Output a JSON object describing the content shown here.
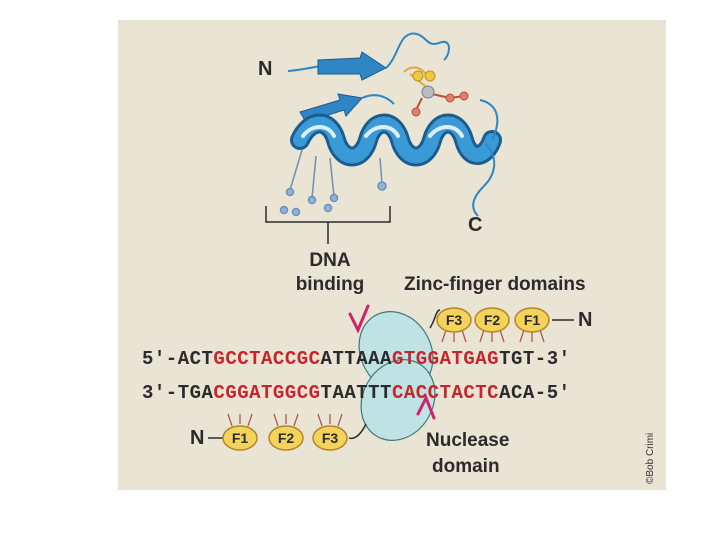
{
  "protein": {
    "n_terminus": "N",
    "c_terminus": "C",
    "dna_binding_line1": "DNA",
    "dna_binding_line2": "binding"
  },
  "zinc_finger_title": "Zinc-finger domains",
  "top_fingers": [
    "F3",
    "F2",
    "F1"
  ],
  "top_finger_end": "N",
  "bottom_fingers": [
    "F1",
    "F2",
    "F3"
  ],
  "bottom_finger_start": "N",
  "nuclease_line1": "Nuclease",
  "nuclease_line2": "domain",
  "strand_top": {
    "prefix": "5'-ACT",
    "site1": "GCCTACCGC",
    "spacer": "ATTAAA",
    "site2": "GTGGATGAG",
    "suffix": "TGT-3'"
  },
  "strand_bottom": {
    "prefix": "3'-TGA",
    "site1": "CGGATGGCG",
    "spacer": "TAATTT",
    "site2": "CACCTACTC",
    "suffix": "ACA-5'"
  },
  "credit": "©Bob Crimi",
  "colors": {
    "background": "#e9e4d4",
    "helix_blue": "#2f86c4",
    "finger_fill": "#f5d35a",
    "nuclease_fill": "#bfe3e4",
    "site_red": "#c8242c",
    "cut_mark": "#d0206e"
  }
}
